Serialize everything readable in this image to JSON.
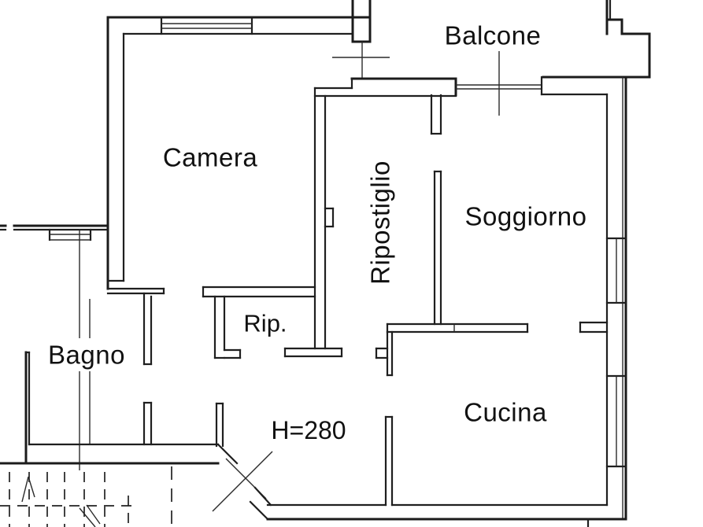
{
  "document": {
    "kind": "apartment floor plan drawing"
  },
  "rooms": [
    {
      "id": "balcone",
      "label": "Balcone"
    },
    {
      "id": "camera",
      "label": "Camera"
    },
    {
      "id": "ripostiglio",
      "label": "Ripostiglio"
    },
    {
      "id": "soggiorno",
      "label": "Soggiorno"
    },
    {
      "id": "rip",
      "label": "Rip."
    },
    {
      "id": "bagno",
      "label": "Bagno"
    },
    {
      "id": "cucina",
      "label": "Cucina"
    }
  ],
  "annotations": {
    "ceiling_height": "H=280"
  },
  "colors": {
    "line": "#1b1b1b",
    "background": "#ffffff"
  }
}
